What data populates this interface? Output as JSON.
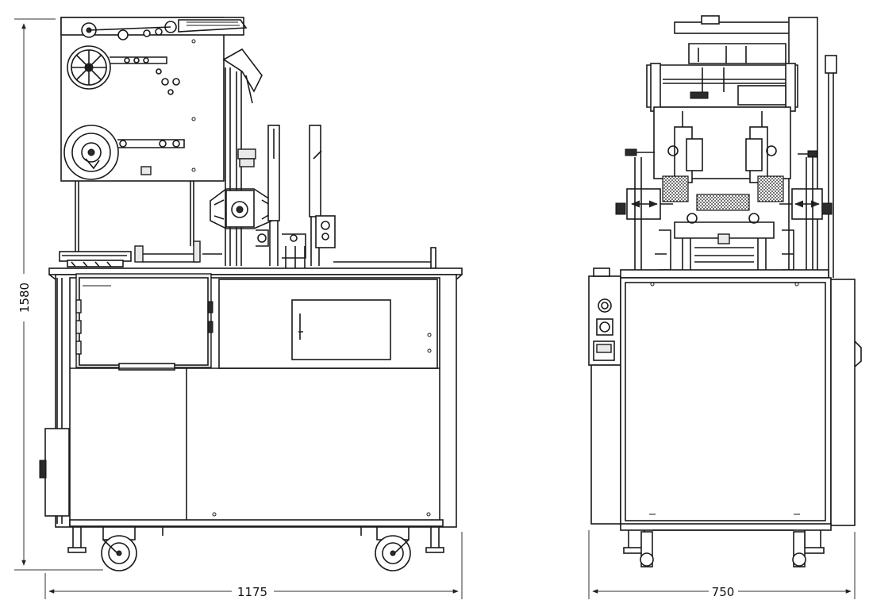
{
  "dimensions": {
    "front_height": "1580",
    "front_width": "1175",
    "side_width": "750"
  },
  "colors": {
    "line": "#1a1a1a",
    "background": "#ffffff"
  }
}
